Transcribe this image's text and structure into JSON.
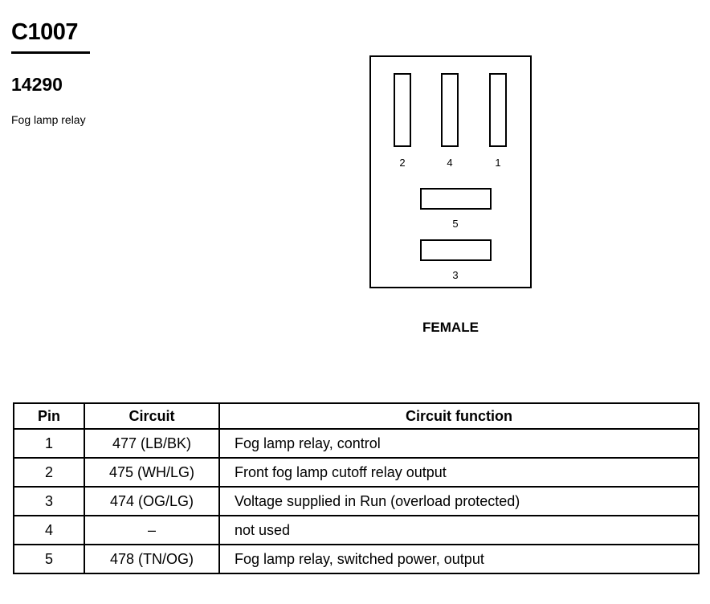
{
  "connector": {
    "id": "C1007",
    "part_number": "14290",
    "description": "Fog lamp relay",
    "gender": "FEMALE",
    "pin_labels": [
      "2",
      "4",
      "1",
      "5",
      "3"
    ]
  },
  "table": {
    "headers": [
      "Pin",
      "Circuit",
      "Circuit function"
    ],
    "rows": [
      {
        "pin": "1",
        "circuit": "477 (LB/BK)",
        "function": "Fog lamp relay, control"
      },
      {
        "pin": "2",
        "circuit": "475 (WH/LG)",
        "function": "Front fog lamp cutoff relay output"
      },
      {
        "pin": "3",
        "circuit": "474 (OG/LG)",
        "function": "Voltage supplied in Run (overload protected)"
      },
      {
        "pin": "4",
        "circuit": "–",
        "function": "not used"
      },
      {
        "pin": "5",
        "circuit": "478 (TN/OG)",
        "function": "Fog lamp relay, switched power, output"
      }
    ]
  }
}
